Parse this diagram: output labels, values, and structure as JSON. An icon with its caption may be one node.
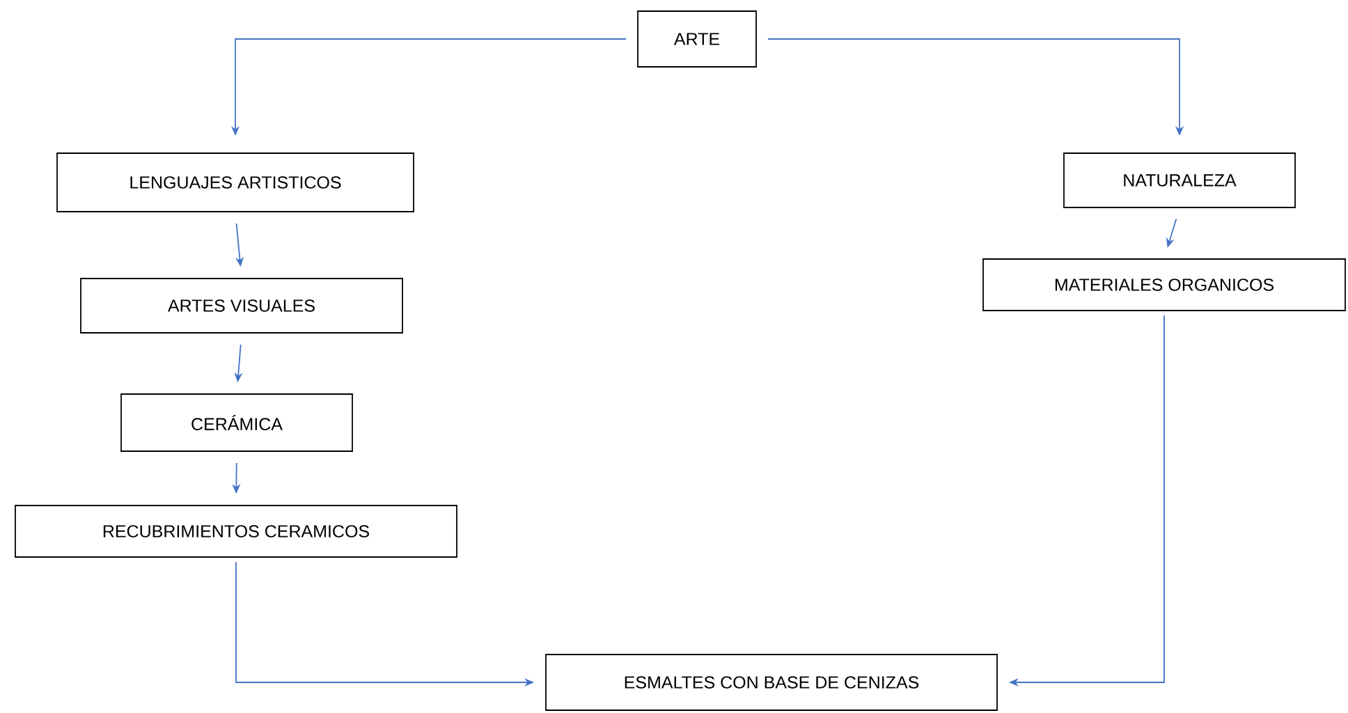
{
  "diagram": {
    "nodes": [
      {
        "text": [
          "ARTE"
        ]
      },
      {
        "text": [
          "LENGUAJES ARTISTICOS"
        ]
      },
      {
        "text": [
          "ARTES VISUALES"
        ]
      },
      {
        "text": [
          "CERÁMICA"
        ]
      },
      {
        "text": [
          "RECUBRIMIENTOS CERAMICOS"
        ]
      },
      {
        "text": [
          "NATURALEZA"
        ]
      },
      {
        "text": [
          "MATERIALES ORGANICOS"
        ]
      },
      {
        "text": [
          "ESMALTES CON BASE DE CENIZAS"
        ]
      }
    ],
    "edges": [
      {
        "from": 0,
        "to": 1,
        "arrow": "to"
      },
      {
        "from": 0,
        "to": 5,
        "arrow": "to"
      },
      {
        "from": 1,
        "to": 2,
        "arrow": "to"
      },
      {
        "from": 2,
        "to": 3,
        "arrow": "to"
      },
      {
        "from": 3,
        "to": 4,
        "arrow": "to"
      },
      {
        "from": 5,
        "to": 6,
        "arrow": "to"
      },
      {
        "from": 4,
        "to": 7,
        "arrow": "to"
      },
      {
        "from": 6,
        "to": 7,
        "arrow": "to"
      }
    ]
  }
}
